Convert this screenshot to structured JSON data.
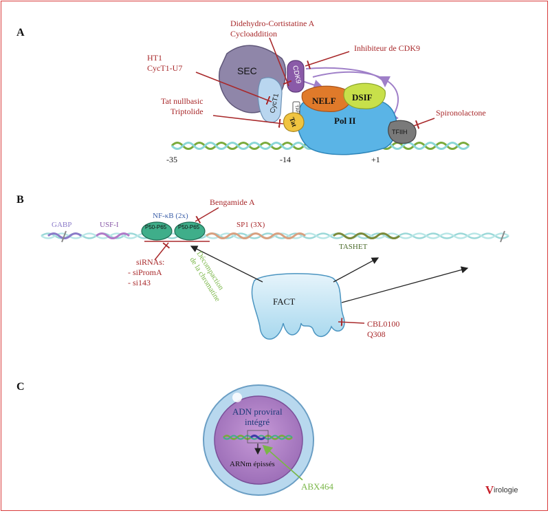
{
  "panel_a": {
    "letter": "A",
    "complexes": {
      "sec": "SEC",
      "cdk9": "CDK9",
      "cyct1": "CycT1",
      "tat": "Tat",
      "nelf": "NELF",
      "dsif": "DSIF",
      "pol2": "Pol II",
      "tfiih": "TFIIH",
      "tar": "TAR"
    },
    "inhibitors": {
      "dca_1": "Didehydro-Cortistatine A",
      "dca_2": "Cycloaddition",
      "cdk9_inhib": "Inhibiteur de CDK9",
      "ht1": "HT1",
      "cyct1_u7": "CycT1-U7",
      "tat_nullbasic": "Tat nullbasic",
      "triptolide": "Triptolide",
      "spironolactone": "Spironolactone"
    },
    "positions": [
      "-35",
      "-14",
      "+1"
    ]
  },
  "panel_b": {
    "letter": "B",
    "sites": {
      "gabp": "GABP",
      "usf1": "USF-I",
      "nfkb": "NF-κB (2x)",
      "p50_1": "P50-P65",
      "p50_2": "P50-P65",
      "sp1": "SP1 (3X)",
      "tashet": "TASHET"
    },
    "bengamide": "Bengamide A",
    "sirnas": {
      "title": "siRNAs:",
      "item1": "- siPromA",
      "item2": "- si143"
    },
    "decompaction_1": "Décompaction",
    "decompaction_2": "de la chromatine",
    "fact": "FACT",
    "cbl0100": "CBL0100",
    "q308": "Q308"
  },
  "panel_c": {
    "letter": "C",
    "adn_1": "ADN proviral",
    "adn_2": "intégré",
    "arnm": "ARNm épissés",
    "abx464": "ABX464"
  },
  "logo": {
    "initial": "V",
    "rest": "irologie"
  },
  "colors": {
    "inhibitor_red": "#a8282a",
    "green_text": "#7ab648",
    "blue_text": "#3c5fa8",
    "purple_text": "#8a5aa8",
    "dna_green": "#7aaa3a",
    "dna_cyan": "#8ad6d6",
    "pol2_blue": "#5ab4e6"
  }
}
